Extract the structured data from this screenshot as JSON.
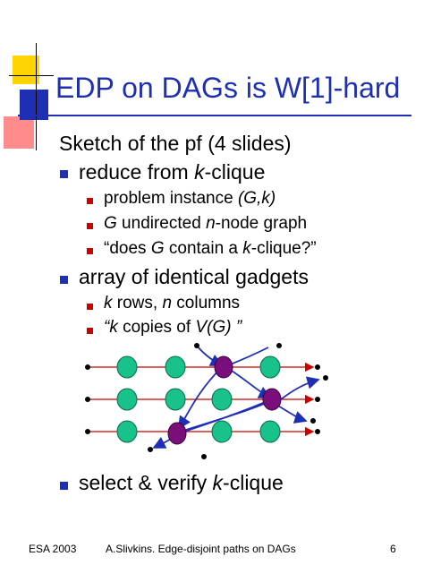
{
  "slide": {
    "title": "EDP on DAGs is W[1]-hard",
    "intro": "Sketch of the pf (4 slides)",
    "bullets": [
      {
        "level1": {
          "pre": "reduce from ",
          "em": "k",
          "post": "-clique"
        },
        "sub": [
          {
            "pre": "problem instance ",
            "em": "(G,k)",
            "post": ""
          },
          {
            "pre": "",
            "em": "G",
            "mid": " undirected ",
            "em2": "n",
            "post": "-node graph"
          },
          {
            "pre": "“does ",
            "em": "G",
            "mid": " contain a ",
            "em2": "k",
            "post": "-clique?”"
          }
        ]
      },
      {
        "level1": {
          "pre": "array of identical gadgets",
          "em": "",
          "post": ""
        },
        "sub": [
          {
            "pre": "",
            "em": "k",
            "mid": " rows, ",
            "em2": "n",
            "post": " columns"
          },
          {
            "pre": "",
            "em": "“k",
            "mid": " copies of ",
            "em2": "V(G) ”",
            "post": ""
          }
        ]
      },
      {
        "level1": {
          "pre": "select & verify ",
          "em": "k",
          "post": "-clique"
        }
      }
    ],
    "footer": {
      "left": "ESA 2003",
      "center": "A.Slivkins.  Edge-disjoint paths on DAGs",
      "right": "6"
    }
  },
  "colors": {
    "title_blue": "#1f2fb3",
    "bullet_blue": "#1f2fb3",
    "sub_bullet_red": "#cc0000",
    "gadget_green": "#19c28a",
    "selected_purple": "#7a0e7a",
    "deco_yellow": "#ffd400",
    "deco_red": "#ff3b3b",
    "deco_blue": "#1f2fb3"
  },
  "diagram": {
    "rows": 3,
    "columns": 4,
    "selected_nodes": [
      [
        0,
        3
      ],
      [
        1,
        4
      ],
      [
        2,
        2
      ]
    ]
  }
}
